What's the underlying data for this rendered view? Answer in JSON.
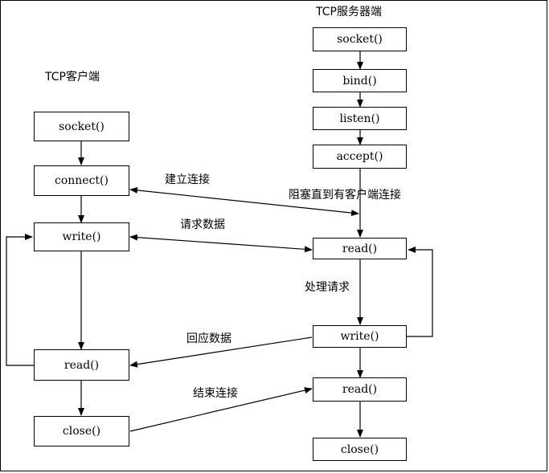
{
  "client": {
    "title": "TCP客户端",
    "socket": "socket()",
    "connect": "connect()",
    "write": "write()",
    "read": "read()",
    "close": "close()"
  },
  "server": {
    "title": "TCP服务器端",
    "socket": "socket()",
    "bind": "bind()",
    "listen": "listen()",
    "accept": "accept()",
    "block_note": "阻塞直到有客户端连接",
    "read": "read()",
    "process_note": "处理请求",
    "write": "write()",
    "read2": "read()",
    "close": "close()"
  },
  "exchanges": {
    "connect": "建立连接",
    "request": "请求数据",
    "response": "回应数据",
    "close": "结束连接"
  }
}
